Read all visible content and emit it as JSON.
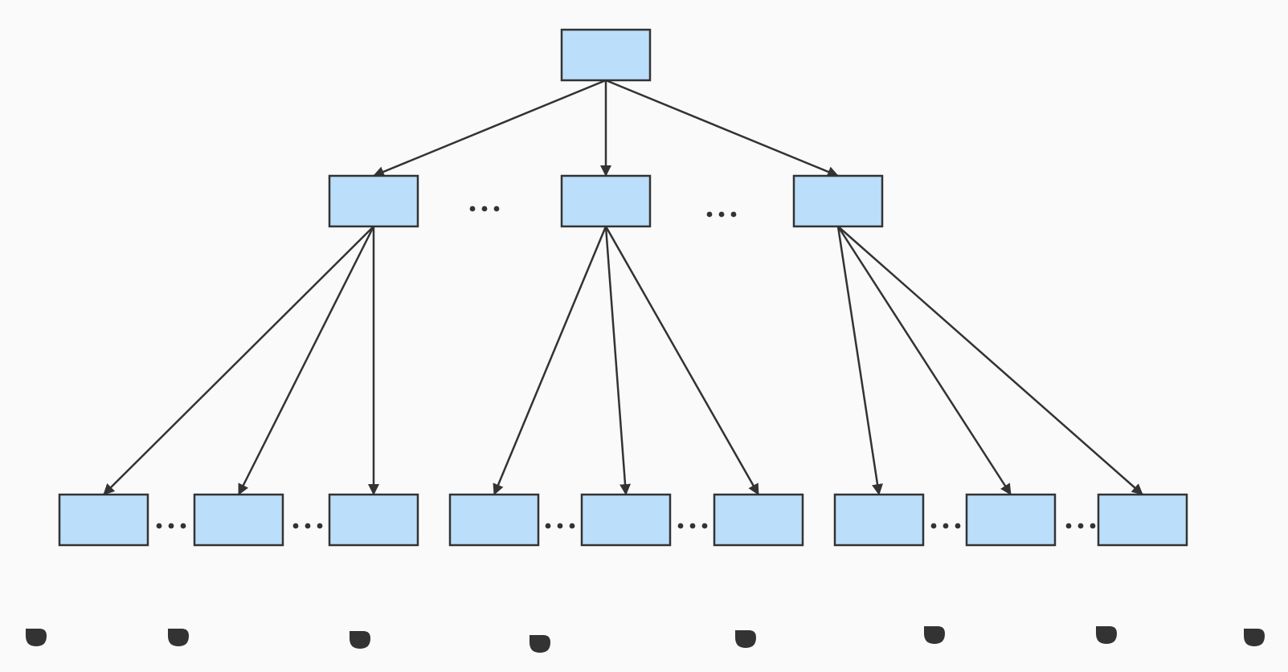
{
  "colors": {
    "background": "#fafafa",
    "node_fill": "#bbdefb",
    "stroke": "#333333"
  },
  "tree": {
    "levels": 3,
    "root": {
      "id": "root",
      "children": [
        "m1",
        "m2",
        "m3"
      ]
    },
    "middle": [
      {
        "id": "m1",
        "children": [
          "l1",
          "l2",
          "l3"
        ]
      },
      {
        "id": "m2",
        "children": [
          "l4",
          "l5",
          "l6"
        ]
      },
      {
        "id": "m3",
        "children": [
          "l7",
          "l8",
          "l9"
        ]
      }
    ],
    "leaves": [
      "l1",
      "l2",
      "l3",
      "l4",
      "l5",
      "l6",
      "l7",
      "l8",
      "l9"
    ],
    "ellipsis_text": "...",
    "bottom_markers": 8
  }
}
